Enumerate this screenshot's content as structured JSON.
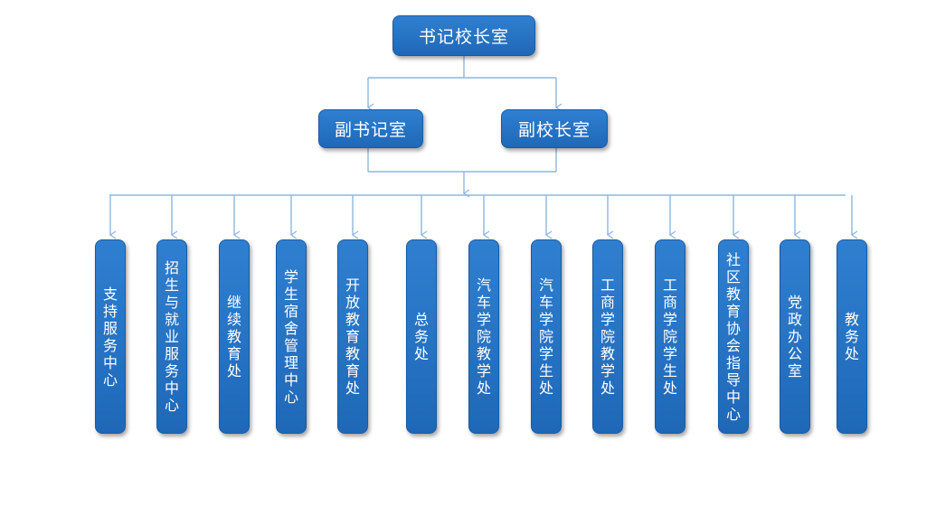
{
  "top": {
    "label": "书记校长室"
  },
  "deputies": [
    {
      "label": "副书记室"
    },
    {
      "label": "副校长室"
    }
  ],
  "departments": [
    {
      "label": "支持服务中心"
    },
    {
      "label": "招生与就业服务中心"
    },
    {
      "label": "继续教育处"
    },
    {
      "label": "学生宿舍管理中心"
    },
    {
      "label": "开放教育教育处"
    },
    {
      "label": "总务处"
    },
    {
      "label": "汽车学院教学处"
    },
    {
      "label": "汽车学院学生处"
    },
    {
      "label": "工商学院教学处"
    },
    {
      "label": "工商学院学生处"
    },
    {
      "label": "社区教育协会指导中心"
    },
    {
      "label": "党政办公室"
    },
    {
      "label": "教务处"
    }
  ],
  "colors": {
    "node": "#1f68b8",
    "connector": "#8fb6dd",
    "text": "#ffffff"
  }
}
